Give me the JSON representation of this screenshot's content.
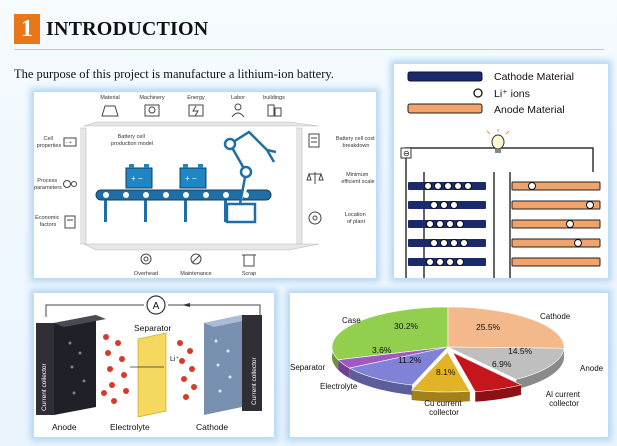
{
  "header": {
    "section_number": "1",
    "title": "INTRODUCTION",
    "purpose": "The purpose of this project is manufacture a lithium-ion  battery."
  },
  "production_diagram": {
    "top_labels": [
      "Material",
      "Machinery",
      "Energy",
      "Labor",
      "buildings"
    ],
    "left_labels": [
      [
        "Cell",
        "properties"
      ],
      [
        "Process",
        "parameters"
      ],
      [
        "Economic",
        "factors"
      ]
    ],
    "center_label": [
      "Battery cell",
      "production model"
    ],
    "right_labels": [
      [
        "Battery cell cost",
        "breakdown"
      ],
      [
        "Minimum",
        "efficient scale"
      ],
      [
        "Location",
        "of plant"
      ]
    ],
    "bottom_labels": [
      "Overhead",
      "Maintenance",
      "Scrap"
    ]
  },
  "electrode_legend": {
    "cathode": "Cathode Material",
    "ions": "Li⁺ ions",
    "anode": "Anode Material"
  },
  "cell_diagram": {
    "meter": "A",
    "separator": "Separator",
    "ion_label": "Li⁺",
    "left_side": "Current collector",
    "right_side": "Current collector",
    "anode": "Anode",
    "electrolyte": "Electrolyte",
    "cathode": "Cathode"
  },
  "chart_data": {
    "type": "pie",
    "title": "",
    "slices": [
      {
        "label": "Case",
        "value": 30.2,
        "color": "#92cf4f"
      },
      {
        "label": "Cathode",
        "value": 25.5,
        "color": "#f3b98b"
      },
      {
        "label": "Anode",
        "value": 14.5,
        "color": "#bfbfbf"
      },
      {
        "label": "Al current collector",
        "value": 6.9,
        "color": "#c4161c"
      },
      {
        "label": "Cu current collector",
        "value": 8.1,
        "color": "#e2b324"
      },
      {
        "label": "Electrolyte",
        "value": 11.2,
        "color": "#7f82d6"
      },
      {
        "label": "Separator",
        "value": 3.6,
        "color": "#9e59c5"
      }
    ],
    "label_texts": [
      "Case",
      "Cathode",
      "Anode",
      "Al current",
      "collector",
      "Cu current",
      "collector",
      "Electrolyte",
      "Separator"
    ],
    "value_texts": [
      "30.2%",
      "25.5%",
      "14.5%",
      "6.9%",
      "8.1%",
      "11.2%",
      "3.6%"
    ]
  }
}
